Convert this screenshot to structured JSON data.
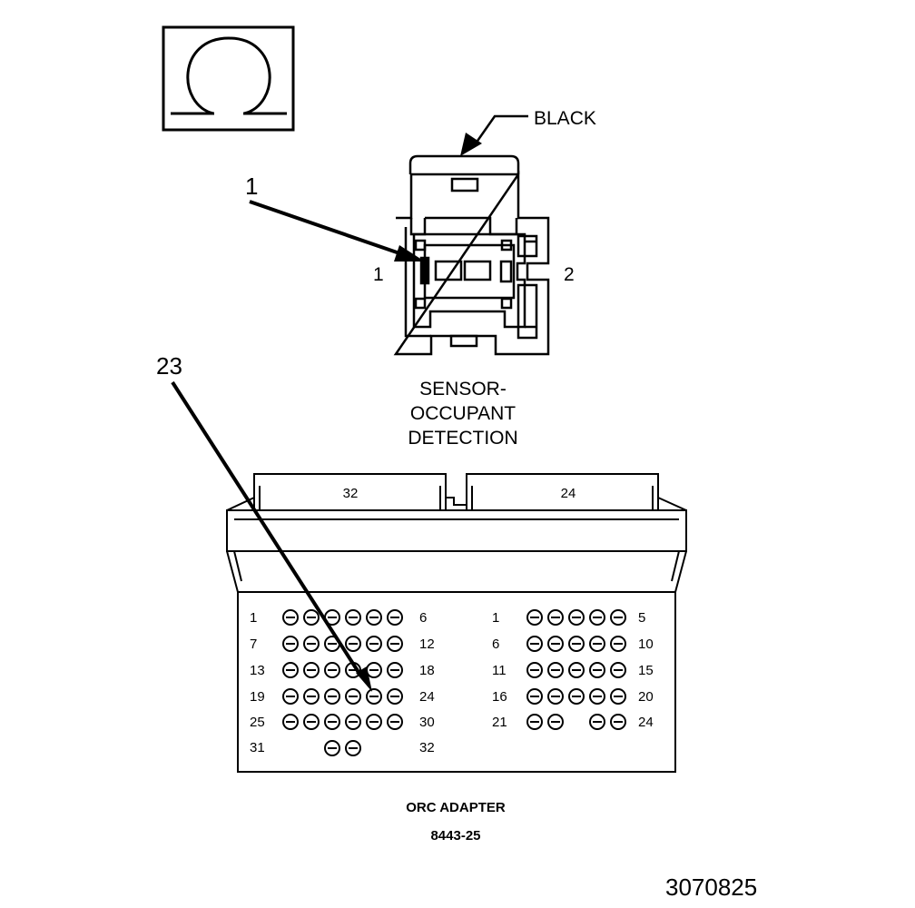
{
  "symbol": {
    "icon": "ohm-icon"
  },
  "sensor": {
    "color_label": "BLACK",
    "callout": "1",
    "pin_left": "1",
    "pin_right": "2",
    "name_lines": [
      "SENSOR-",
      "OCCUPANT",
      "DETECTION"
    ]
  },
  "adapter": {
    "callout": "23",
    "tab_left": "32",
    "tab_right": "24",
    "left_block": {
      "row_start": [
        "1",
        "7",
        "13",
        "19",
        "25",
        "31"
      ],
      "row_end": [
        "6",
        "12",
        "18",
        "24",
        "30",
        "32"
      ]
    },
    "right_block": {
      "row_start": [
        "1",
        "6",
        "11",
        "16",
        "21"
      ],
      "row_end": [
        "5",
        "10",
        "15",
        "20",
        "24"
      ]
    },
    "title": "ORC ADAPTER",
    "part_number": "8443-25"
  },
  "figure_id": "3070825"
}
